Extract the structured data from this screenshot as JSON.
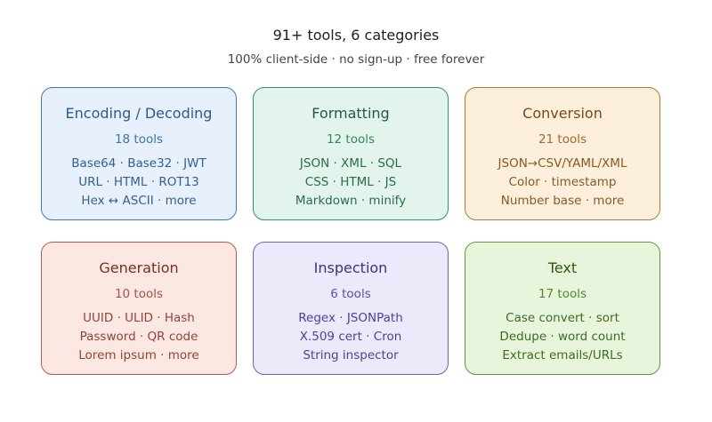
{
  "header": {
    "title": "91+ tools, 6 categories",
    "subtitle": "100% client-side · no sign-up · free forever"
  },
  "cards": [
    {
      "title": "Encoding / Decoding",
      "count": "18 tools",
      "lines": [
        "Base64 · Base32 · JWT",
        "URL · HTML · ROT13",
        "Hex ↔ ASCII · more"
      ],
      "colors": {
        "bg": "#e8f1fb",
        "border": "#3b78c8",
        "title": "#2a5a96",
        "count": "#3574b8",
        "text": "#2f5f9c"
      }
    },
    {
      "title": "Formatting",
      "count": "12 tools",
      "lines": [
        "JSON · XML · SQL",
        "CSS · HTML · JS",
        "Markdown · minify"
      ],
      "colors": {
        "bg": "#e3f4ec",
        "border": "#2f9466",
        "title": "#1e5c40",
        "count": "#2f8a5c",
        "text": "#256e4b"
      }
    },
    {
      "title": "Conversion",
      "count": "21 tools",
      "lines": [
        "JSON→CSV/YAML/XML",
        "Color · timestamp",
        "Number base · more"
      ],
      "colors": {
        "bg": "#fcefdc",
        "border": "#b57a35",
        "title": "#7a4a12",
        "count": "#a36a24",
        "text": "#8a5a1c"
      }
    },
    {
      "title": "Generation",
      "count": "10 tools",
      "lines": [
        "UUID · ULID · Hash",
        "Password · QR code",
        "Lorem ipsum · more"
      ],
      "colors": {
        "bg": "#fbe8e3",
        "border": "#b85a45",
        "title": "#7a2e1e",
        "count": "#b0503a",
        "text": "#9a4230"
      }
    },
    {
      "title": "Inspection",
      "count": "6 tools",
      "lines": [
        "Regex · JSONPath",
        "X.509 cert · Cron",
        "String inspector"
      ],
      "colors": {
        "bg": "#ebe9fa",
        "border": "#6e62c4",
        "title": "#3a3288",
        "count": "#5a4fb4",
        "text": "#4a42a0"
      }
    },
    {
      "title": "Text",
      "count": "17 tools",
      "lines": [
        "Case convert · sort",
        "Dedupe · word count",
        "Extract emails/URLs"
      ],
      "colors": {
        "bg": "#e9f4dd",
        "border": "#5e9a3c",
        "title": "#2e5a14",
        "count": "#4e8a2c",
        "text": "#3a6e1e"
      }
    }
  ]
}
